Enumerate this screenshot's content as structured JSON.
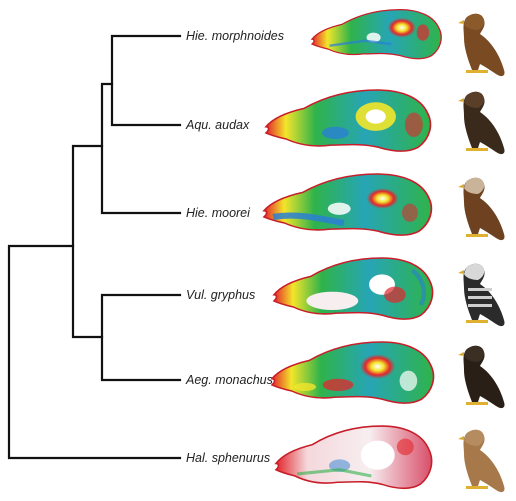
{
  "header_fragment": "",
  "taxa": [
    {
      "label": "Hie. morphnoides",
      "bird_color": "#7a4a22",
      "bird_head": "#8b5a2b"
    },
    {
      "label": "Aqu. audax",
      "bird_color": "#3a2a1c",
      "bird_head": "#5a3f28"
    },
    {
      "label": "Hie.  moorei",
      "bird_color": "#6e4220",
      "bird_head": "#c9b49a"
    },
    {
      "label": "Vul. gryphus",
      "bird_color": "#2b2b2b",
      "bird_head": "#d8d8d8"
    },
    {
      "label": "Aeg. monachus",
      "bird_color": "#2a1f16",
      "bird_head": "#3b2e22"
    },
    {
      "label": "Hal. sphenurus",
      "bird_color": "#a7794a",
      "bird_head": "#b58c5f"
    }
  ],
  "colors": {
    "tree": "#111111",
    "skull_base": "#2fb34a",
    "skull_hot": "#e3262c",
    "skull_warm": "#f3e52a",
    "skull_cool": "#2a7fd4",
    "skull_outline": "#c81e2a",
    "foot": "#e0b030"
  },
  "icons": [
    "stress-map-skull-icon",
    "raptor-silhouette-icon"
  ]
}
